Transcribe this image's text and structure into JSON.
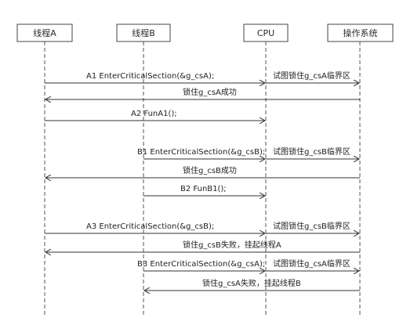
{
  "actors": [
    {
      "id": "A",
      "label": "线程A"
    },
    {
      "id": "B",
      "label": "线程B"
    },
    {
      "id": "CPU",
      "label": "CPU"
    },
    {
      "id": "OS",
      "label": "操作系统"
    }
  ],
  "messages": [
    {
      "from": "A",
      "to": "CPU",
      "label": "A1 EnterCriticalSection(&g_csA);"
    },
    {
      "from": "CPU",
      "to": "OS",
      "label": "试图锁住g_csA临界区"
    },
    {
      "from": "OS",
      "to": "A",
      "label": "锁住g_csA成功"
    },
    {
      "from": "A",
      "to": "CPU",
      "label": "A2 FunA1();"
    },
    {
      "from": "B",
      "to": "CPU",
      "label": "B1 EnterCriticalSection(&g_csB);"
    },
    {
      "from": "CPU",
      "to": "OS",
      "label": "试图锁住g_csB临界区"
    },
    {
      "from": "OS",
      "to": "A",
      "label": "锁住g_csB成功"
    },
    {
      "from": "B",
      "to": "CPU",
      "label": "B2 FunB1();"
    },
    {
      "from": "A",
      "to": "CPU",
      "label": "A3 EnterCriticalSection(&g_csB);"
    },
    {
      "from": "CPU",
      "to": "OS",
      "label": "试图锁住g_csB临界区"
    },
    {
      "from": "OS",
      "to": "A",
      "label": "锁住g_csB失败，挂起线程A"
    },
    {
      "from": "B",
      "to": "CPU",
      "label": "B3 EnterCriticalSection(&g_csA);"
    },
    {
      "from": "CPU",
      "to": "OS",
      "label": "试图锁住g_csA临界区"
    },
    {
      "from": "OS",
      "to": "B",
      "label": "锁住g_csA失败，挂起线程B"
    }
  ]
}
